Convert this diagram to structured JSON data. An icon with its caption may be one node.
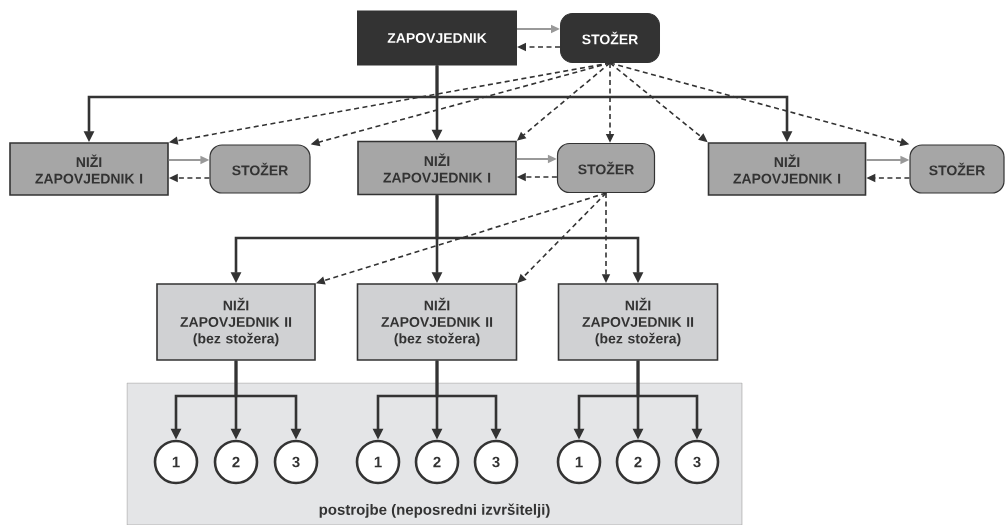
{
  "diagram": {
    "nodes": [
      {
        "text": [
          "ZAPOVJEDNIK"
        ]
      },
      {
        "text": [
          "STOŽER"
        ]
      },
      {
        "text": [
          "NIŽI ZAPOVJEDNIK I"
        ]
      },
      {
        "text": [
          "STOŽER"
        ]
      },
      {
        "text": [
          "NIŽI ZAPOVJEDNIK I"
        ]
      },
      {
        "text": [
          "STOŽER"
        ]
      },
      {
        "text": [
          "NIŽI ZAPOVJEDNIK I"
        ]
      },
      {
        "text": [
          "STOŽER"
        ]
      },
      {
        "text": [
          "NIŽI ZAPOVJEDNIK II",
          "(bez stožera)"
        ]
      },
      {
        "text": [
          "NIŽI ZAPOVJEDNIK II",
          "(bez stožera)"
        ]
      },
      {
        "text": [
          "NIŽI ZAPOVJEDNIK II",
          "(bez stožera)"
        ]
      },
      {
        "text": [
          "postrojbe (neposredni izvršitelji)"
        ]
      },
      {
        "text": [
          "1"
        ],
        "in": 11
      },
      {
        "text": [
          "2"
        ],
        "in": 11
      },
      {
        "text": [
          "3"
        ],
        "in": 11
      },
      {
        "text": [
          "1"
        ],
        "in": 11
      },
      {
        "text": [
          "2"
        ],
        "in": 11
      },
      {
        "text": [
          "3"
        ],
        "in": 11
      },
      {
        "text": [
          "1"
        ],
        "in": 11
      },
      {
        "text": [
          "2"
        ],
        "in": 11
      },
      {
        "text": [
          "3"
        ],
        "in": 11
      }
    ],
    "edges": [
      {
        "from": 0,
        "to": 1,
        "arrow": "to",
        "color": "#999999"
      },
      {
        "from": 1,
        "to": 0,
        "arrow": "to",
        "style": "dashed"
      },
      {
        "from": 0,
        "to": 2,
        "arrow": "to"
      },
      {
        "from": 0,
        "to": 4,
        "arrow": "to"
      },
      {
        "from": 0,
        "to": 6,
        "arrow": "to"
      },
      {
        "from": 1,
        "to": 2,
        "arrow": "to",
        "style": "dashed"
      },
      {
        "from": 1,
        "to": 3,
        "arrow": "to",
        "style": "dashed"
      },
      {
        "from": 1,
        "to": 4,
        "arrow": "to",
        "style": "dashed"
      },
      {
        "from": 1,
        "to": 5,
        "arrow": "to",
        "style": "dashed"
      },
      {
        "from": 1,
        "to": 6,
        "arrow": "to",
        "style": "dashed"
      },
      {
        "from": 1,
        "to": 7,
        "arrow": "to",
        "style": "dashed"
      },
      {
        "from": 2,
        "to": 3,
        "arrow": "to",
        "color": "#999999"
      },
      {
        "from": 3,
        "to": 2,
        "arrow": "to",
        "style": "dashed"
      },
      {
        "from": 4,
        "to": 5,
        "arrow": "to",
        "color": "#999999"
      },
      {
        "from": 5,
        "to": 4,
        "arrow": "to",
        "style": "dashed"
      },
      {
        "from": 6,
        "to": 7,
        "arrow": "to",
        "color": "#999999"
      },
      {
        "from": 7,
        "to": 6,
        "arrow": "to",
        "style": "dashed"
      },
      {
        "from": 4,
        "to": 8,
        "arrow": "to"
      },
      {
        "from": 4,
        "to": 9,
        "arrow": "to"
      },
      {
        "from": 4,
        "to": 10,
        "arrow": "to"
      },
      {
        "from": 5,
        "to": 8,
        "arrow": "to",
        "style": "dashed"
      },
      {
        "from": 5,
        "to": 9,
        "arrow": "to",
        "style": "dashed"
      },
      {
        "from": 5,
        "to": 10,
        "arrow": "to",
        "style": "dashed"
      },
      {
        "from": 8,
        "to": 12,
        "arrow": "to"
      },
      {
        "from": 8,
        "to": 13,
        "arrow": "to"
      },
      {
        "from": 8,
        "to": 14,
        "arrow": "to"
      },
      {
        "from": 9,
        "to": 15,
        "arrow": "to"
      },
      {
        "from": 9,
        "to": 16,
        "arrow": "to"
      },
      {
        "from": 9,
        "to": 17,
        "arrow": "to"
      },
      {
        "from": 10,
        "to": 18,
        "arrow": "to"
      },
      {
        "from": 10,
        "to": 19,
        "arrow": "to"
      },
      {
        "from": 10,
        "to": 20,
        "arrow": "to"
      }
    ]
  }
}
